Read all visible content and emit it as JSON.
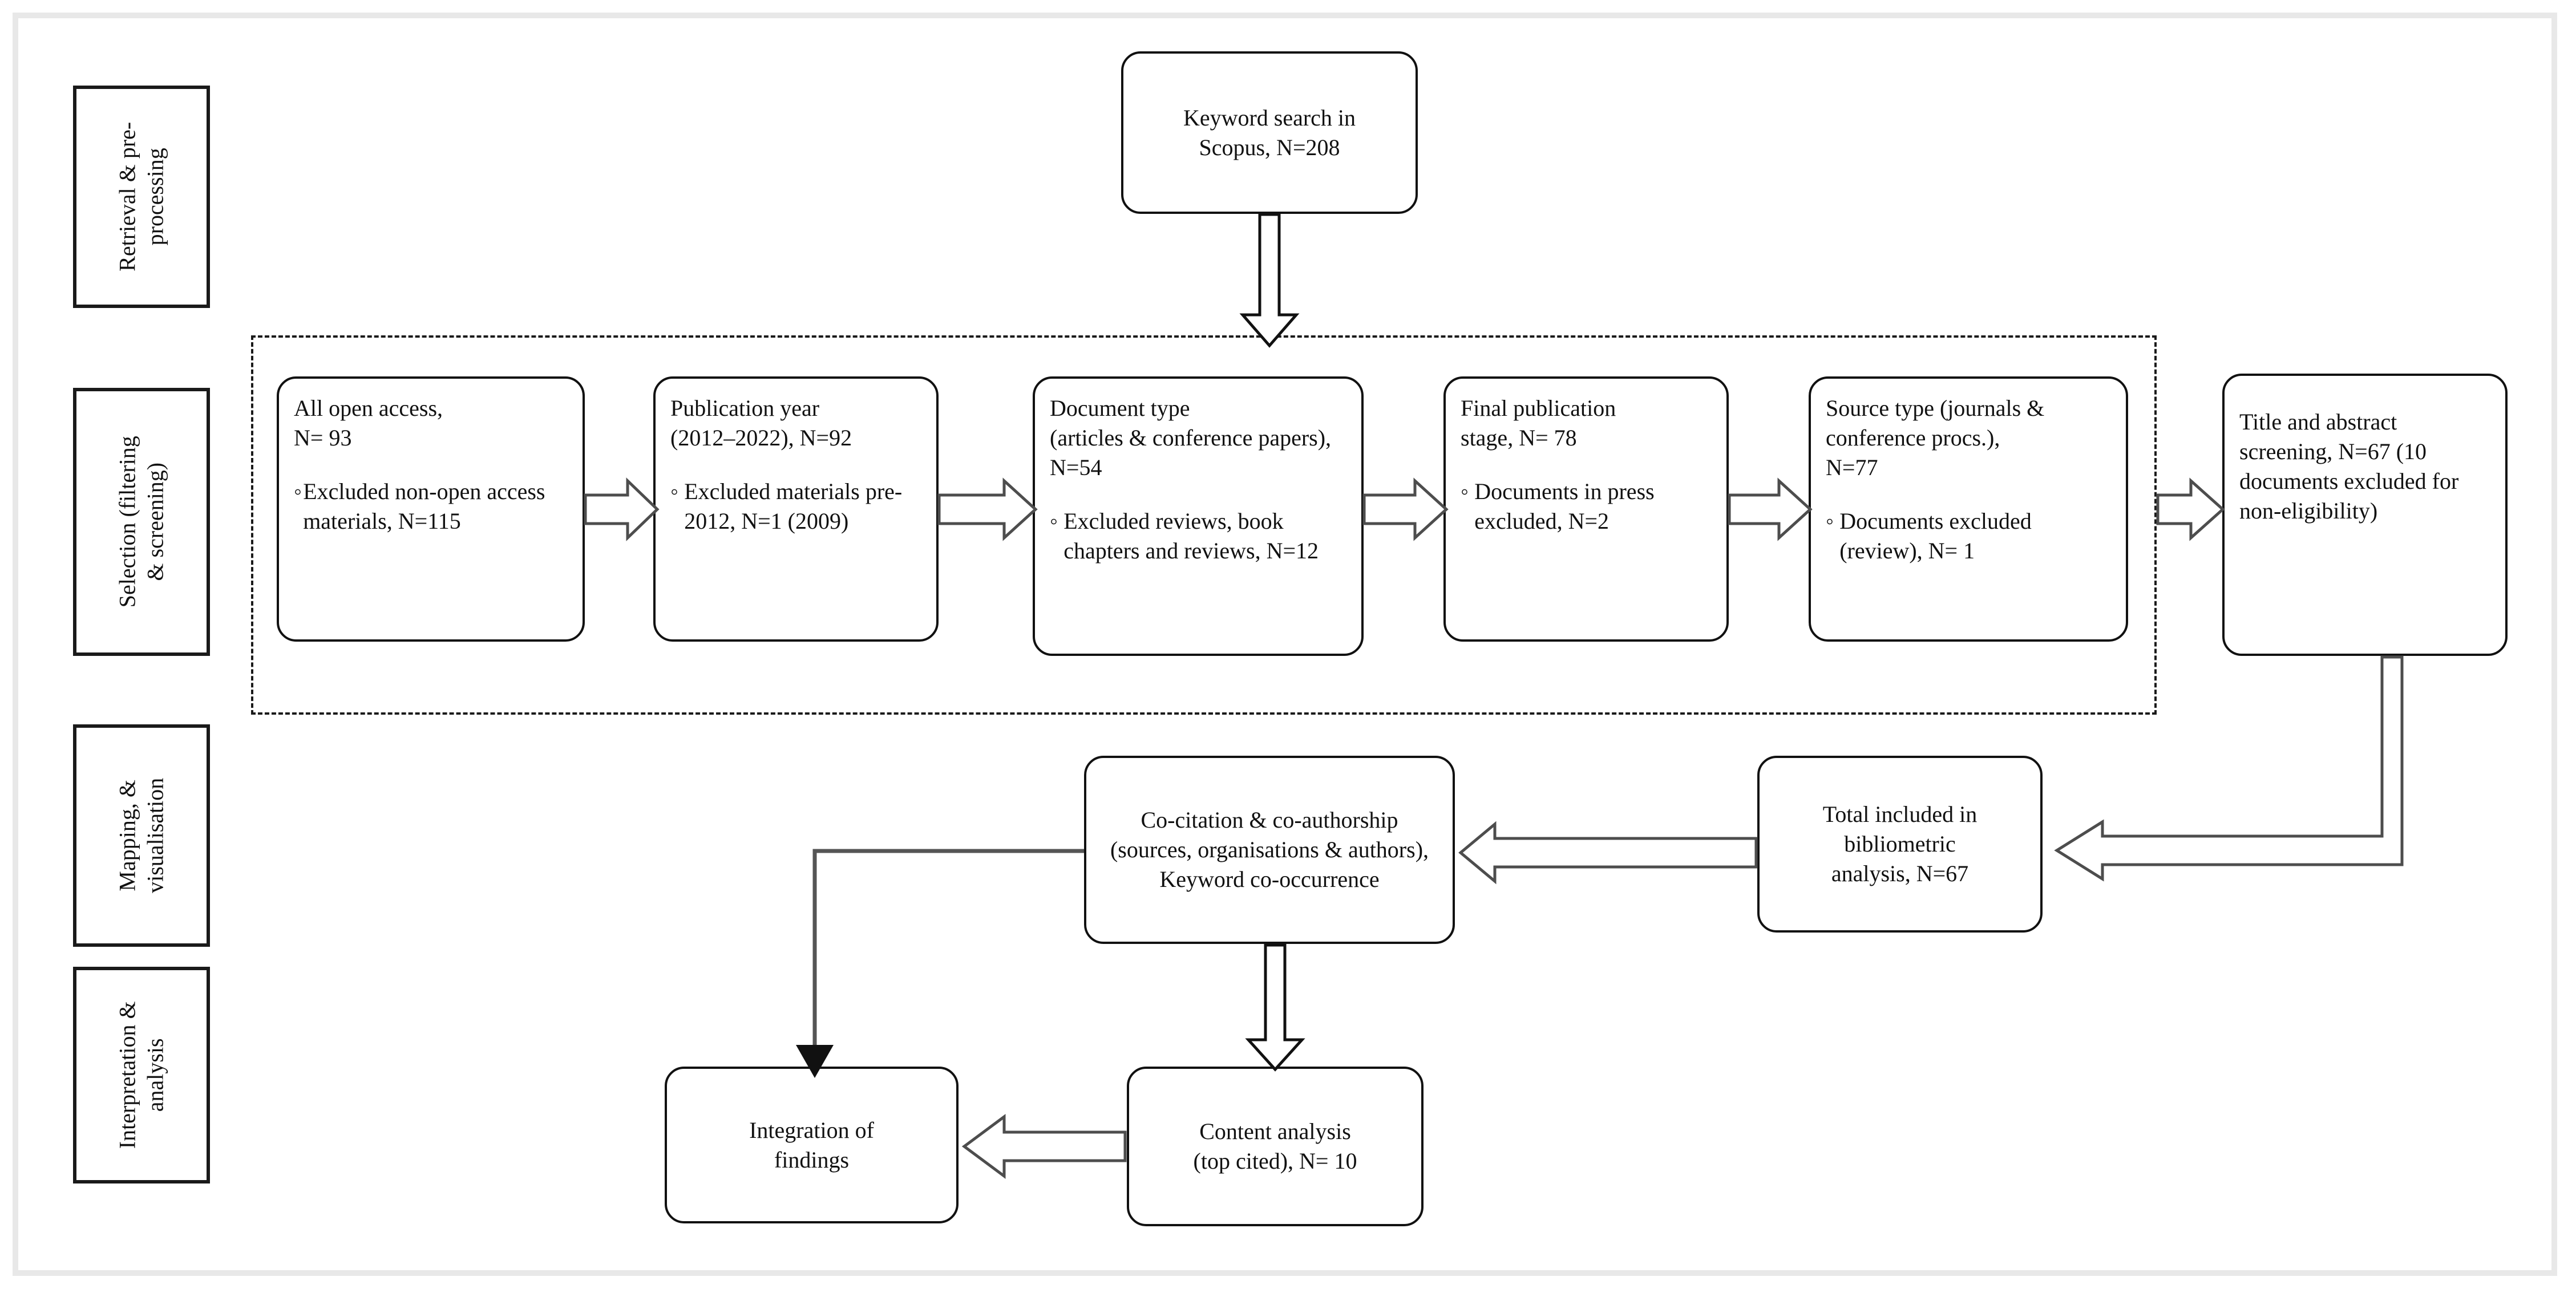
{
  "figure": {
    "type": "prisma-flow-diagram",
    "stages": [
      {
        "id": "retrieval",
        "label": "Retrieval & pre-\nprocessing"
      },
      {
        "id": "selection",
        "label": "Selection (filtering\n& screening)"
      },
      {
        "id": "mapping",
        "label": "Mapping, &\nvisualisation"
      },
      {
        "id": "interpretation",
        "label": "Interpretation &\nanalysis"
      }
    ],
    "stage_labels": {
      "retrieval_line1": "Retrieval & pre-",
      "retrieval_line2": "processing",
      "selection_line1": "Selection (filtering",
      "selection_line2": "& screening)",
      "mapping_line1": "Mapping, &",
      "mapping_line2": "visualisation",
      "interpretation_line1": "Interpretation &",
      "interpretation_line2": "analysis"
    },
    "nodes": {
      "keyword_search": {
        "title": "Keyword search in\nScopus, N=208"
      },
      "open_access": {
        "title": "All open access,\nN= 93",
        "bullet_mark": "o",
        "bullet": "Excluded non-open access materials, N=115"
      },
      "publication_year": {
        "title": "Publication year\n(2012–2022), N=92",
        "bullet_mark": "o",
        "bullet": "Excluded materials pre-2012, N=1 (2009)"
      },
      "document_type": {
        "title": "Document type\n(articles & conference papers), N=54",
        "bullet_mark": "o",
        "bullet": "Excluded reviews, book chapters and reviews, N=12"
      },
      "final_stage": {
        "title": "Final publication\nstage, N= 78",
        "bullet_mark": "o",
        "bullet": "Documents in press excluded, N=2"
      },
      "source_type": {
        "title": "Source type (journals & conference procs.),\nN=77",
        "bullet_mark": "o",
        "bullet": "Documents excluded (review), N= 1"
      },
      "title_abstract": {
        "title": "Title and abstract screening, N=67 (10 documents excluded for non-eligibility)"
      },
      "total_included": {
        "title": "Total included in\nbibliometric\nanalysis, N=67"
      },
      "co_citation": {
        "title": "Co-citation & co-authorship (sources, organisations & authors), Keyword co-occurrence"
      },
      "content_analysis": {
        "title": "Content analysis\n(top cited), N= 10"
      },
      "integration": {
        "title": "Integration of\nfindings"
      }
    },
    "counts": {
      "scopus_total": 208,
      "open_access": 93,
      "open_access_excluded": 115,
      "publication_year": 92,
      "pre_2012_excluded": 1,
      "pre_2012_year": 2009,
      "document_type": 54,
      "doc_type_excluded": 12,
      "final_stage": 78,
      "in_press_excluded": 2,
      "source_type": 77,
      "source_excluded": 1,
      "title_abstract": 67,
      "title_abstract_excluded": 10,
      "total_included": 67,
      "content_analysis": 10
    },
    "colors": {
      "outer_frame": "#e8e8e8",
      "box_border": "#111111",
      "dash_region": "#1a1a1a",
      "text": "#111111",
      "background": "#ffffff"
    }
  }
}
